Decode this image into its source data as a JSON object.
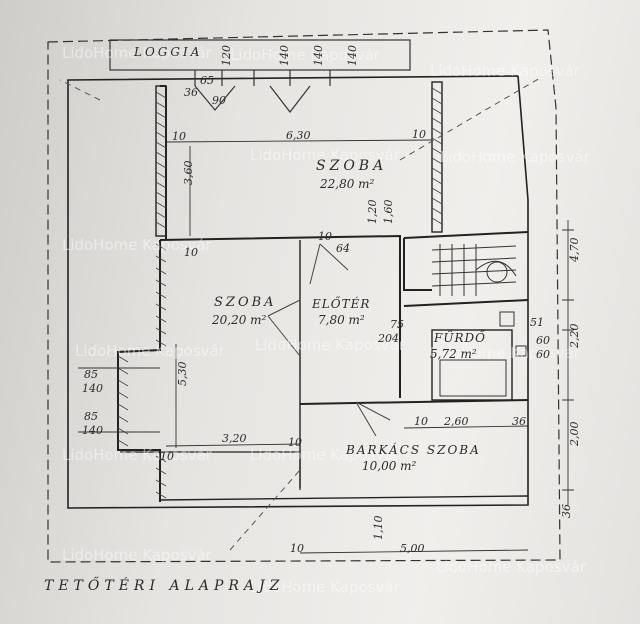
{
  "plan": {
    "title": "TETŐTÉRI  ALAPRAJZ",
    "watermark": "LidoHome Kaposvár",
    "rooms": {
      "loggia": "LOGGIA",
      "szoba_top": "SZOBA",
      "szoba_top_area": "22,80 m²",
      "szoba_left": "SZOBA",
      "szoba_left_area": "20,20 m²",
      "eloter": "ELŐTÉR",
      "eloter_area": "7,80 m²",
      "furdo": "FÜRDŐ",
      "furdo_area": "5,72 m²",
      "barkacs": "BARKÁCS SZOBA",
      "barkacs_area": "10,00 m²"
    },
    "dimensions": {
      "d_630": "6,30",
      "d_360": "3,60",
      "d_530": "5,30",
      "d_320": "3,20",
      "d_260": "2,60",
      "d_500": "5,00",
      "d_220": "2,20",
      "d_200": "2,00",
      "d_470": "4,70",
      "d_120": "1,20",
      "d_160": "1,60",
      "d_110": "1,10",
      "d_10a": "10",
      "d_10b": "10",
      "d_10c": "10",
      "d_10d": "10",
      "d_10e": "10",
      "d_10f": "10",
      "d_10g": "10",
      "d_10h": "10",
      "d_36a": "36",
      "d_36b": "36",
      "d_36c": "36",
      "d_85a": "85",
      "d_140a": "140",
      "d_85b": "85",
      "d_140b": "140",
      "d_120a": "120",
      "d_140c": "140",
      "d_140d": "140",
      "d_140e": "140",
      "d_75": "75",
      "d_204": "204",
      "d_60a": "60",
      "d_60b": "60",
      "d_51": "51",
      "d_65": "65",
      "d_90": "90",
      "d_64": "64"
    }
  }
}
